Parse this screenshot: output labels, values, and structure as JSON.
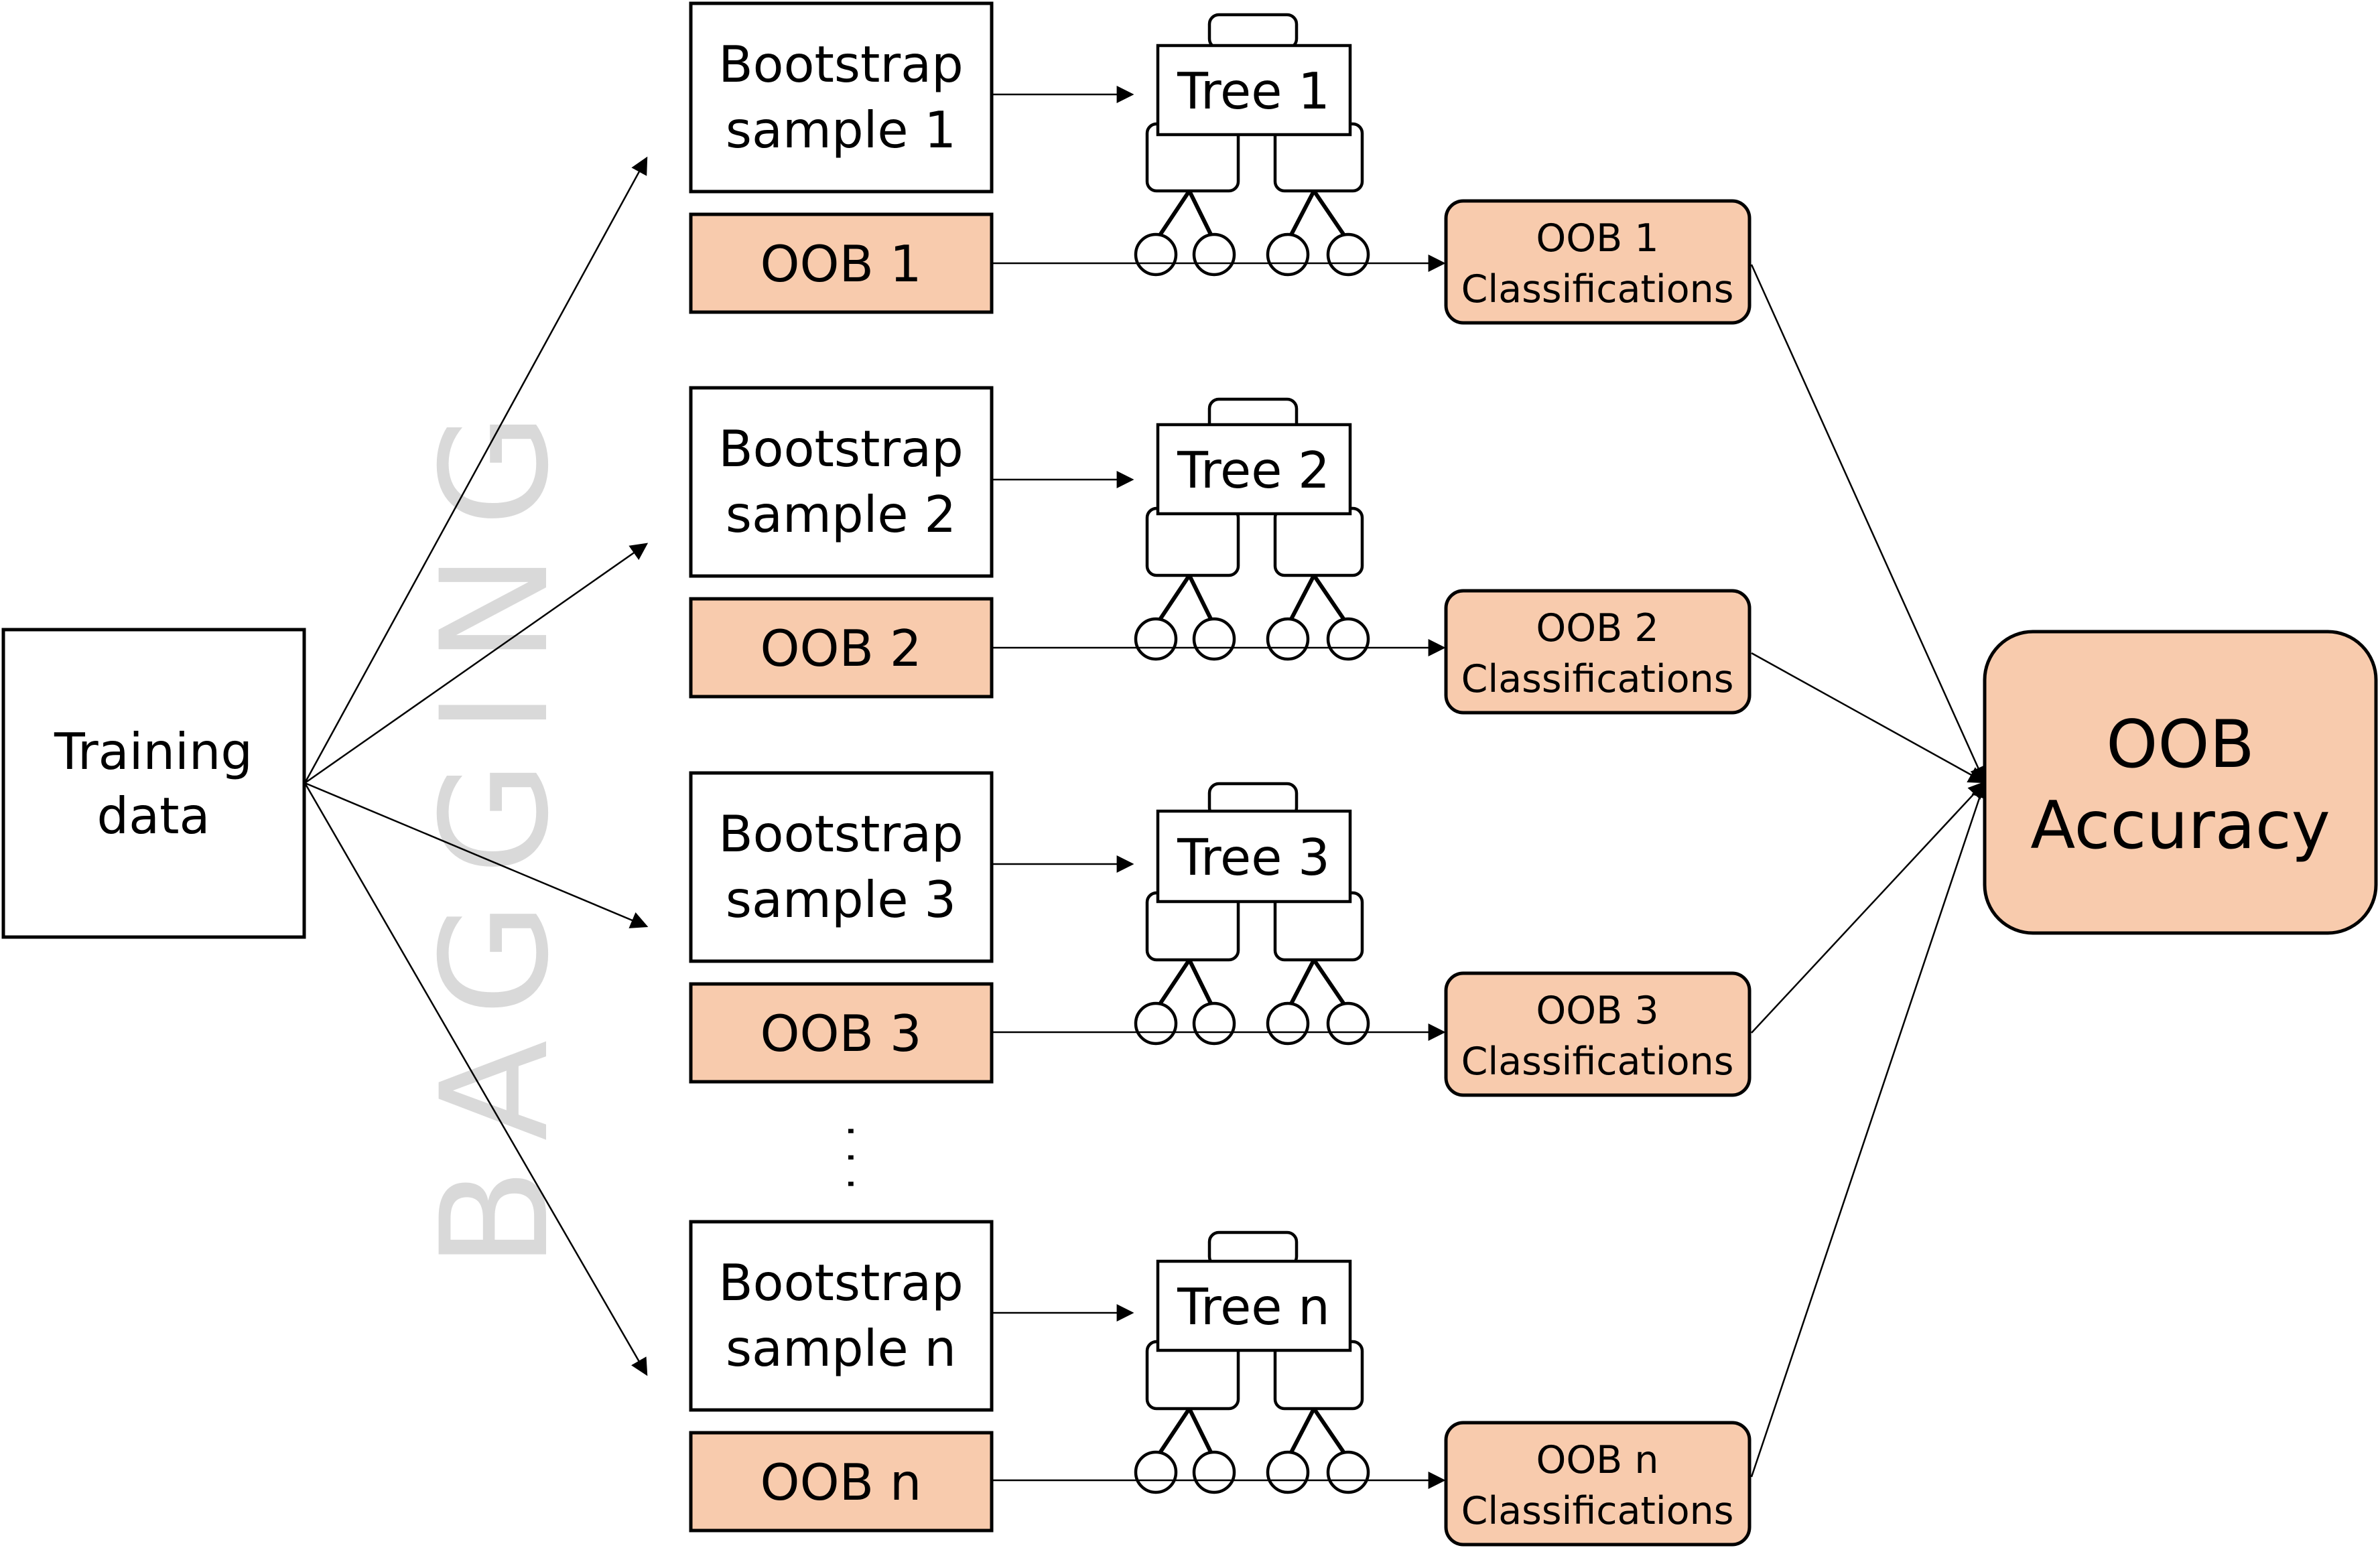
{
  "colors": {
    "oob_fill": "#F8CBAD",
    "stroke": "#000000",
    "watermark": "#D9D9D9"
  },
  "training": {
    "line1": "Training",
    "line2": "data"
  },
  "watermark": "BAGGING",
  "ellipsis": "· · ·",
  "rows": [
    {
      "bootstrap": {
        "line1": "Bootstrap",
        "line2": "sample 1"
      },
      "oob": "OOB 1",
      "tree": "Tree 1",
      "classifications": {
        "line1": "OOB 1",
        "line2": "Classifications"
      }
    },
    {
      "bootstrap": {
        "line1": "Bootstrap",
        "line2": "sample 2"
      },
      "oob": "OOB 2",
      "tree": "Tree 2",
      "classifications": {
        "line1": "OOB 2",
        "line2": "Classifications"
      }
    },
    {
      "bootstrap": {
        "line1": "Bootstrap",
        "line2": "sample 3"
      },
      "oob": "OOB 3",
      "tree": "Tree 3",
      "classifications": {
        "line1": "OOB 3",
        "line2": "Classifications"
      }
    },
    {
      "bootstrap": {
        "line1": "Bootstrap",
        "line2": "sample n"
      },
      "oob": "OOB n",
      "tree": "Tree n",
      "classifications": {
        "line1": "OOB n",
        "line2": "Classifications"
      }
    }
  ],
  "accuracy": {
    "line1": "OOB",
    "line2": "Accuracy"
  }
}
